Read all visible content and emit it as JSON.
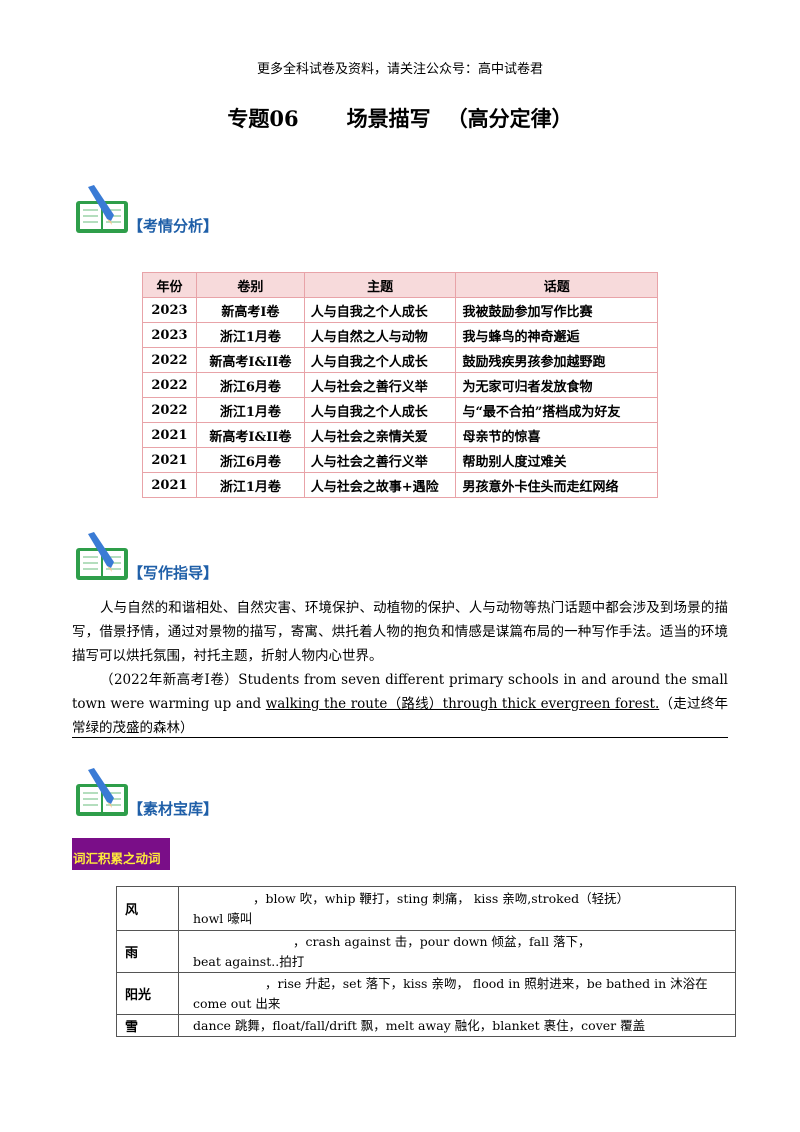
{
  "header": {
    "note": "更多全科试卷及资料，请关注公众号：高中试卷君",
    "title_num": "专题06",
    "title_main": "场景描写",
    "title_paren": "（高分定律）"
  },
  "sections": {
    "analysis": "【考情分析】",
    "guide": "【写作指导】",
    "materials": "【素材宝库】"
  },
  "exam_table": {
    "headers": [
      "年份",
      "卷别",
      "主题",
      "话题"
    ],
    "rows": [
      [
        "2023",
        "新高考I卷",
        "人与自我之个人成长",
        "我被鼓励参加写作比赛"
      ],
      [
        "2023",
        "浙江1月卷",
        "人与自然之人与动物",
        "我与蜂鸟的神奇邂逅"
      ],
      [
        "2022",
        "新高考I&II卷",
        "人与自我之个人成长",
        "鼓励残疾男孩参加越野跑"
      ],
      [
        "2022",
        "浙江6月卷",
        "人与社会之善行义举",
        "为无家可归者发放食物"
      ],
      [
        "2022",
        "浙江1月卷",
        "人与自我之个人成长",
        "与“最不合拍”搭档成为好友"
      ],
      [
        "2021",
        "新高考I&II卷",
        "人与社会之亲情关爱",
        "母亲节的惊喜"
      ],
      [
        "2021",
        "浙江6月卷",
        "人与社会之善行义举",
        "帮助别人度过难关"
      ],
      [
        "2021",
        "浙江1月卷",
        "人与社会之故事+遇险",
        "男孩意外卡住头而走红网络"
      ]
    ]
  },
  "guide": {
    "p1": "人与自然的和谐相处、自然灾害、环境保护、动植物的保护、人与动物等热门话题中都会涉及到场景的描写，借景抒情，通过对景物的描写，寄寓、烘托着人物的抱负和情感是谋篇布局的一种写作手法。适当的环境描写可以烘托氛围，衬托主题，折射人物内心世界。",
    "p2_a": "（2022年新高考I卷）Students from seven different primary schools in and around the small town were warming up and ",
    "p2_u": "walking the route（路线）through thick evergreen forest.",
    "p2_b": "（走过终年常绿的茂盛的森林）"
  },
  "vocab": {
    "tag": "词汇积累之动词",
    "rows": [
      {
        "key": "风",
        "l1": "，blow 吹，whip 鞭打，sting 刺痛， kiss 亲吻,stroked（轻抚）",
        "l2": "howl 嚎叫"
      },
      {
        "key": "雨",
        "l1": "，crash against 击，pour down 倾盆，fall  落下，",
        "l2": "beat against..拍打"
      },
      {
        "key": "阳光",
        "l1": "，rise 升起，set 落下，kiss 亲吻， flood in  照射进来，be bathed in 沐浴在",
        "l2": "come out 出来"
      },
      {
        "key": "雪",
        "l1": "",
        "l2": "dance 跳舞，float/fall/drift 飘，melt away 融化，blanket 裹住，cover 覆盖"
      }
    ]
  }
}
